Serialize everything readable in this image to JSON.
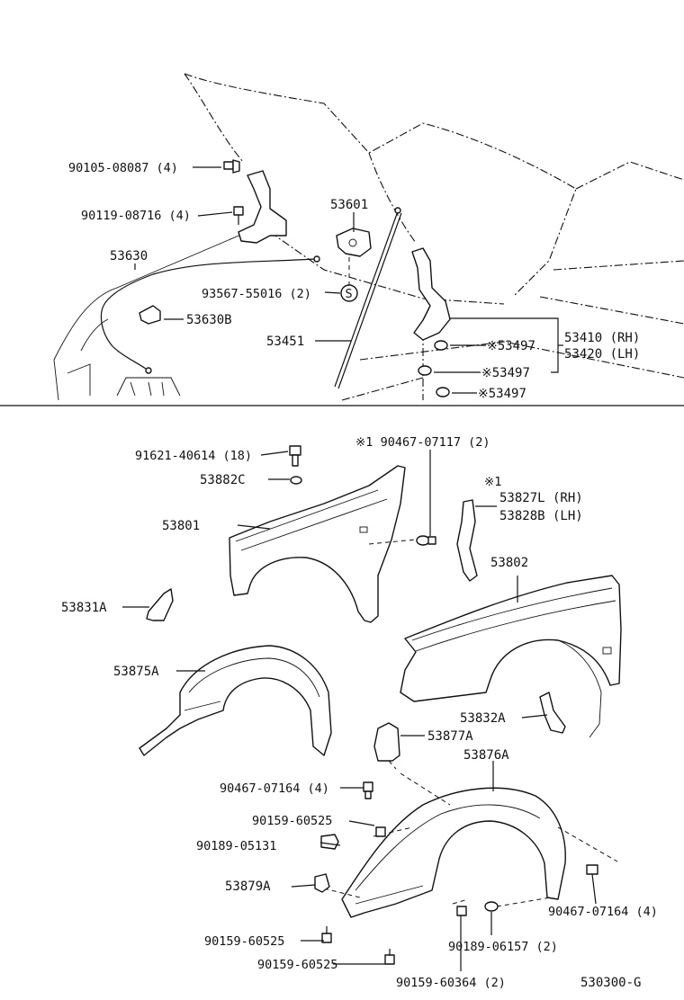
{
  "labels": {
    "l_90105": "90105-08087 (4)",
    "l_90119": "90119-08716 (4)",
    "l_53630": "53630",
    "l_53601": "53601",
    "l_93567": "93567-55016 (2)",
    "l_s_symbol": "S",
    "l_53630b": "53630B",
    "l_53451": "53451",
    "l_53497_a": "※53497",
    "l_53497_b": "※53497",
    "l_53497_c": "※53497",
    "l_53410": "53410 (RH)",
    "l_53420": "53420 (LH)",
    "l_91621": "91621-40614 (18)",
    "l_90467_a": "※1 90467-07117 (2)",
    "l_53882c": "53882C",
    "l_star1": "※1",
    "l_53827l": "53827L (RH)",
    "l_53828b": "53828B (LH)",
    "l_53801": "53801",
    "l_53802": "53802",
    "l_53831a": "53831A",
    "l_53875a": "53875A",
    "l_53832a": "53832A",
    "l_53877a": "53877A",
    "l_53876a": "53876A",
    "l_90467_b": "90467-07164 (4)",
    "l_90159_a": "90159-60525",
    "l_90189_a": "90189-05131",
    "l_53879a": "53879A",
    "l_90467_c": "90467-07164 (4)",
    "l_90159_b": "90159-60525",
    "l_90189_b": "90189-06157 (2)",
    "l_90159_c": "90159-60525",
    "l_90159_d": "90159-60364 (2)",
    "l_code": "530300-G"
  }
}
